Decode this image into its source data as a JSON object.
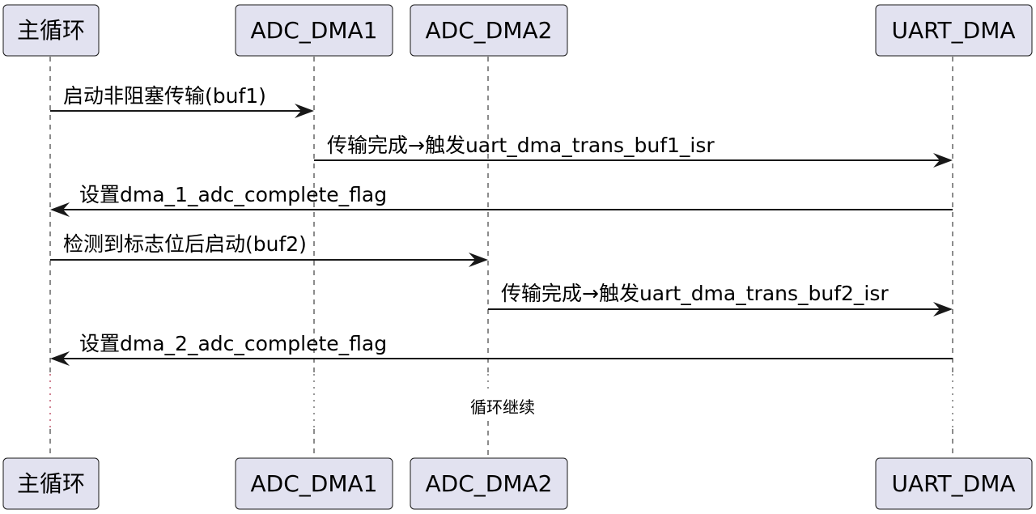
{
  "participants": [
    {
      "id": "main",
      "label": "主循环"
    },
    {
      "id": "adc1",
      "label": "ADC_DMA1"
    },
    {
      "id": "adc2",
      "label": "ADC_DMA2"
    },
    {
      "id": "uart",
      "label": "UART_DMA"
    }
  ],
  "messages": [
    {
      "from": "main",
      "to": "adc1",
      "label": "启动非阻塞传输(buf1)"
    },
    {
      "from": "adc1",
      "to": "uart",
      "label": "传输完成→触发uart_dma_trans_buf1_isr"
    },
    {
      "from": "uart",
      "to": "main",
      "label": "设置dma_1_adc_complete_flag"
    },
    {
      "from": "main",
      "to": "adc2",
      "label": "检测到标志位后启动(buf2)"
    },
    {
      "from": "adc2",
      "to": "uart",
      "label": "传输完成→触发uart_dma_trans_buf2_isr"
    },
    {
      "from": "uart",
      "to": "main",
      "label": "设置dma_2_adc_complete_flag"
    }
  ],
  "divider": {
    "label": "循环继续"
  },
  "colors": {
    "participant_fill": "#e2e2f0",
    "stroke": "#181818"
  }
}
